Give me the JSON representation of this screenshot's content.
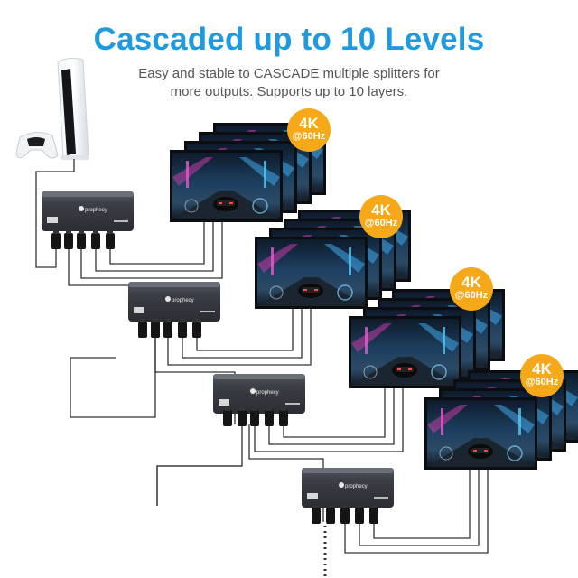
{
  "header": {
    "title": "Cascaded up to 10 Levels",
    "subtitle_line1": "Easy and stable to CASCADE multiple splitters for",
    "subtitle_line2": "more outputs. Supports up to 10 layers."
  },
  "badge": {
    "resolution": "4K",
    "refresh": "@60Hz"
  },
  "splitter": {
    "brand": "prophecy"
  },
  "colors": {
    "title": "#1e9be0",
    "badge": "#f5a818",
    "splitter_body": "#3b3f46",
    "cable": "#333333"
  }
}
